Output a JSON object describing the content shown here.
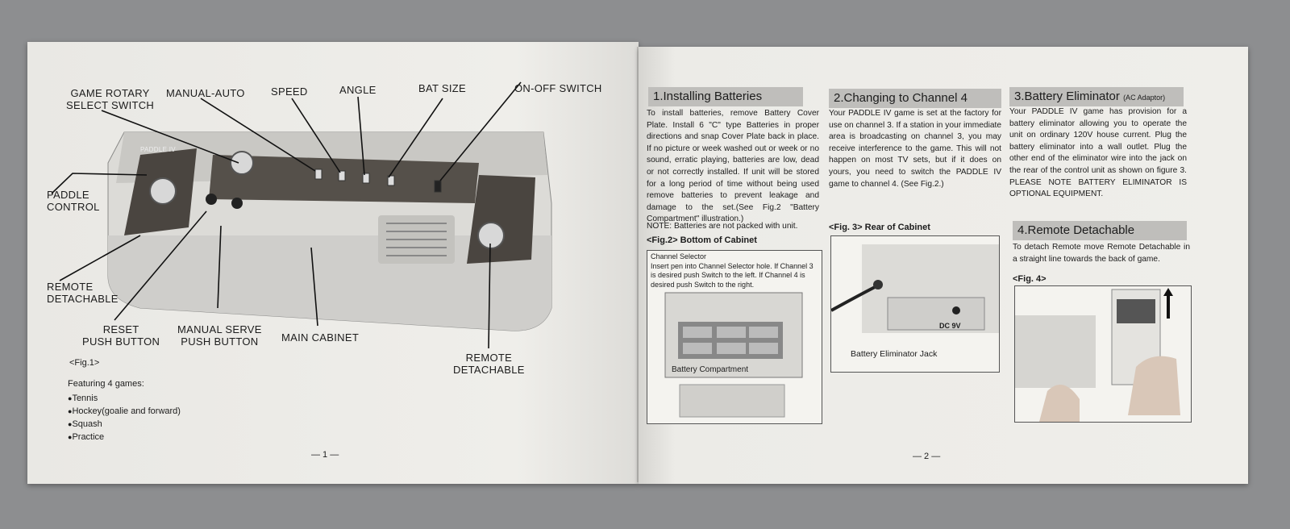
{
  "left": {
    "callouts": {
      "game_rotary": "GAME ROTARY\nSELECT SWITCH",
      "manual_auto": "MANUAL-AUTO",
      "speed": "SPEED",
      "angle": "ANGLE",
      "bat_size": "BAT SIZE",
      "on_off": "ON-OFF SWITCH",
      "paddle_control": "PADDLE\nCONTROL",
      "remote_detachable_left": "REMOTE\nDETACHABLE",
      "reset": "RESET\nPUSH BUTTON",
      "manual_serve": "MANUAL SERVE\nPUSH BUTTON",
      "main_cabinet": "MAIN CABINET",
      "remote_detachable_right": "REMOTE\nDETACHABLE"
    },
    "console_logo": "PADDLE IV",
    "fig_label": "<Fig.1>",
    "featuring": "Featuring 4 games:",
    "games": [
      "Tennis",
      "Hockey(goalie and forward)",
      "Squash",
      "Practice"
    ],
    "page_number": "— 1 —"
  },
  "right": {
    "sec1": {
      "title": "1.Installing Batteries",
      "body": "To install batteries, remove Battery Cover Plate. Install 6 \"C\" type Batteries in proper directions and snap Cover Plate back in place. If no picture or week washed out or week or no sound, erratic playing, batteries are low, dead or not correctly installed. If unit will be stored for a long period of time without being used remove batteries to prevent leakage and damage to the set.(See Fig.2 \"Battery Compartment\" illustration.)",
      "note": "NOTE: Batteries are not packed with unit.",
      "fig_label": "<Fig.2> Bottom of Cabinet",
      "fig_text": "Channel Selector\nInsert pen into Channel Selector hole. If Channel 3 is desired push Switch to the left. If Channel 4 is desired push Switch to the right.",
      "fig_caption": "Battery Compartment"
    },
    "sec2": {
      "title": "2.Changing to Channel 4",
      "body": "Your PADDLE IV game is set at the factory for use on channel 3. If a station in your immediate area is broadcasting on channel 3, you may receive interference to the game. This will not happen on most TV sets, but if it does on yours, you need to switch the PADDLE IV game to channel 4. (See Fig.2.)",
      "fig_label": "<Fig. 3> Rear of Cabinet",
      "fig_dc": "DC 9V",
      "fig_caption": "Battery Eliminator Jack"
    },
    "sec3": {
      "title": "3.Battery Eliminator",
      "title_sub": "(AC Adaptor)",
      "body": "Your PADDLE IV game has provision for a battery eliminator allowing you to operate the unit on ordinary 120V house current. Plug the battery eliminator into a wall outlet. Plug the other end of the eliminator wire into the jack on the rear of the control unit as shown on figure 3. PLEASE NOTE BATTERY ELIMINATOR IS OPTIONAL EQUIPMENT."
    },
    "sec4": {
      "title": "4.Remote Detachable",
      "body": "To detach Remote move Remote Detachable in a straight line towards the back of game.",
      "fig_label": "<Fig. 4>"
    },
    "page_number": "— 2 —"
  }
}
